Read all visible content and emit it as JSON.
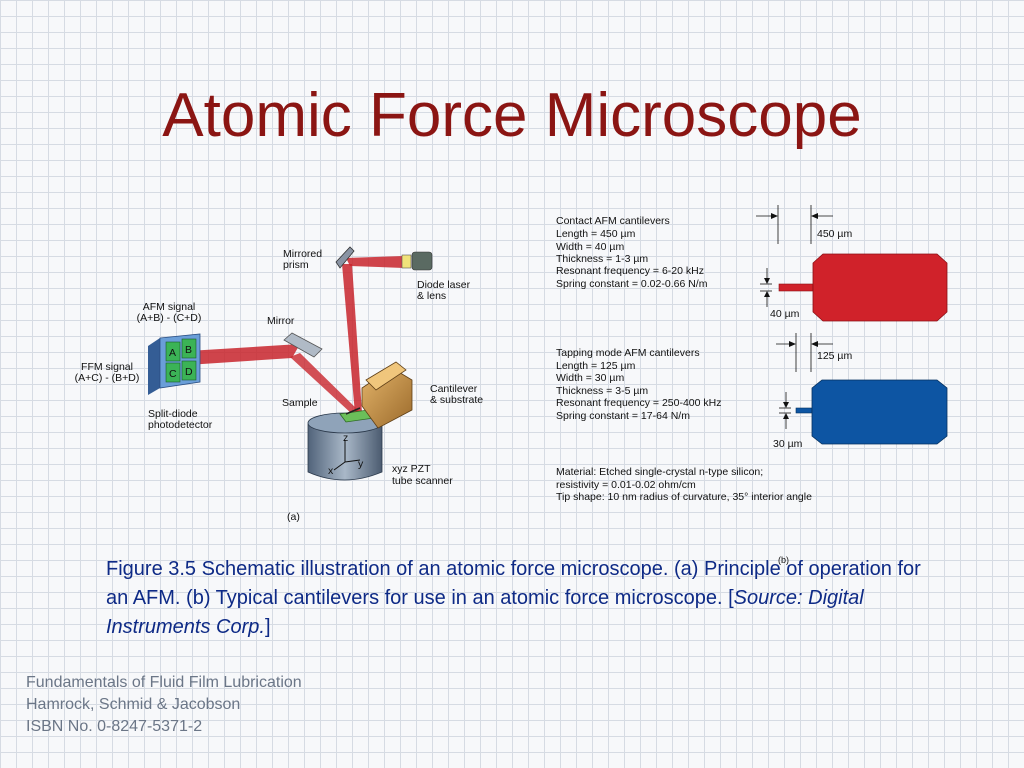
{
  "slide": {
    "title": "Atomic Force Microscope"
  },
  "diagram_a": {
    "labels": {
      "mirrored_prism": [
        "Mirrored",
        "prism"
      ],
      "diode_laser": [
        "Diode laser",
        "& lens"
      ],
      "afm_signal": [
        "AFM signal",
        "(A+B) - (C+D)"
      ],
      "mirror": "Mirror",
      "ffm_signal": [
        "FFM signal",
        "(A+C) - (B+D)"
      ],
      "cantilever": [
        "Cantilever",
        "& substrate"
      ],
      "sample": "Sample",
      "split_diode": [
        "Split-diode",
        "photodetector"
      ],
      "xyz_pzt": [
        "xyz PZT",
        "tube scanner"
      ],
      "panel": "(a)"
    },
    "quadrants": [
      "A",
      "B",
      "C",
      "D"
    ],
    "axes": [
      "z",
      "x",
      "y"
    ]
  },
  "diagram_b": {
    "contact": {
      "heading": "Contact AFM cantilevers",
      "specs": [
        "Length = 450 µm",
        "Width = 40 µm",
        "Thickness = 1-3 µm",
        "Resonant frequency = 6-20 kHz",
        "Spring constant = 0.02-0.66 N/m"
      ],
      "length_dim": "450 µm",
      "width_dim": "40 µm"
    },
    "tapping": {
      "heading": "Tapping mode AFM cantilevers",
      "specs": [
        "Length = 125 µm",
        "Width = 30 µm",
        "Thickness = 3-5 µm",
        "Resonant frequency = 250-400 kHz",
        "Spring constant = 17-64 N/m"
      ],
      "length_dim": "125 µm",
      "width_dim": "30 µm"
    },
    "material": [
      "Material: Etched single-crystal n-type silicon;",
      "resistivity = 0.01-0.02 ohm/cm",
      "Tip shape: 10 nm radius of curvature, 35° interior angle"
    ],
    "panel": "(b)"
  },
  "caption": {
    "figure_text": "Figure 3.5   Schematic illustration of an atomic force microscope. (a) Principle of operation for an AFM. (b) Typical cantilevers for use in an atomic force microscope. [",
    "source": "Source: Digital Instruments Corp.",
    "close": "]"
  },
  "footer": {
    "lines": [
      "Fundamentals of Fluid Film Lubrication",
      "Hamrock, Schmid & Jacobson",
      "ISBN No. 0-8247-5371-2"
    ]
  },
  "colors": {
    "title": "#8b1513",
    "caption": "#0e2a86",
    "footer": "#6b7687",
    "laser": "#c8242c",
    "contact_cantilever": "#d0222a",
    "tapping_cantilever": "#0d55a3"
  }
}
